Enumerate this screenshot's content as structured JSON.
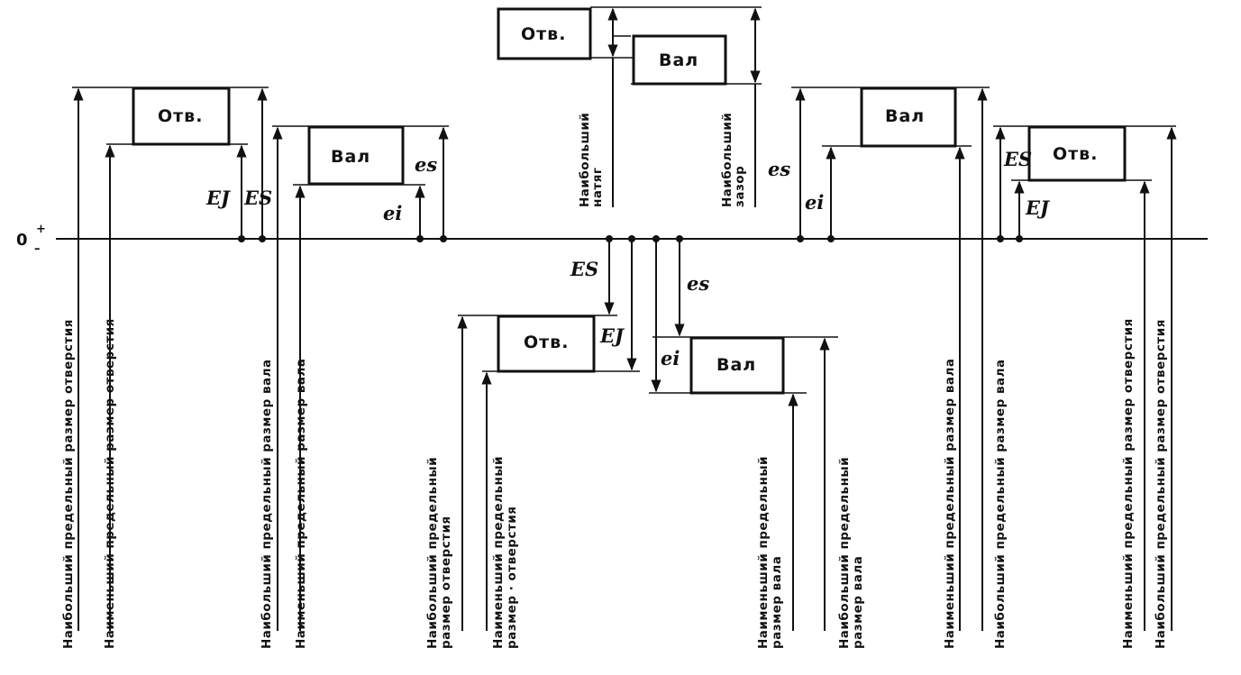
{
  "zero_line": {
    "zero_label": "0",
    "plus_sign": "+",
    "minus_sign": "–"
  },
  "boxes": {
    "hole": "Отв.",
    "shaft": "Вал"
  },
  "symbols": {
    "upper_hole": "ES",
    "lower_hole": "EJ",
    "upper_shaft": "es",
    "lower_shaft": "ei"
  },
  "labels": {
    "max_hole": "Наибольший предельный размер отверстия",
    "min_hole": "Наименьший предельный размер отверстия",
    "max_shaft": "Наибольший предельный размер вала",
    "min_shaft": "Наименьший предельный размер вала",
    "max_hole_2": [
      "Наибольший предельный",
      "размер отверстия"
    ],
    "min_hole_2": [
      "Наименьший предельный",
      "размер · отверстия"
    ],
    "min_shaft_2": [
      "Наименьший предельный",
      "размер вала"
    ],
    "max_shaft_2": [
      "Наибольший предельный",
      "размер вала"
    ],
    "max_interference": [
      "Наибольший",
      "натяг"
    ],
    "max_clearance": [
      "Наибольший",
      "зазор"
    ]
  }
}
